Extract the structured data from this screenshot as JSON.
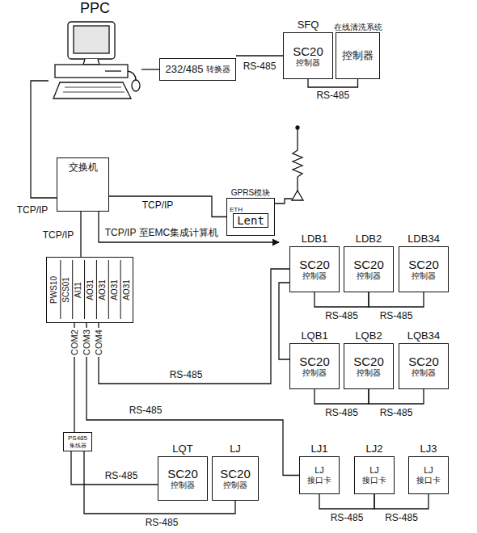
{
  "diagram": {
    "nodes": [
      {
        "text": [
          "PPC"
        ]
      },
      {
        "text": [
          "232/485",
          "转换器"
        ]
      },
      {
        "text": [
          "SFQ",
          "SC20",
          "控制器"
        ]
      },
      {
        "text": [
          "在线清洗系统",
          "控制器"
        ]
      },
      {
        "text": [
          "交换机"
        ]
      },
      {
        "text": [
          "GPRS模块",
          "ETH",
          "Lent"
        ]
      },
      {
        "text": [
          "PWS10",
          "SCS01",
          "AI11",
          "AO31",
          "AO31",
          "AO31",
          "AO31"
        ]
      },
      {
        "text": [
          "LDB1",
          "SC20",
          "控制器"
        ]
      },
      {
        "text": [
          "LDB2",
          "SC20",
          "控制器"
        ]
      },
      {
        "text": [
          "LDB34",
          "SC20",
          "控制器"
        ]
      },
      {
        "text": [
          "LQB1",
          "SC20",
          "控制器"
        ]
      },
      {
        "text": [
          "LQB2",
          "SC20",
          "控制器"
        ]
      },
      {
        "text": [
          "LQB34",
          "SC20",
          "控制器"
        ]
      },
      {
        "text": [
          "PS485",
          "集线器"
        ]
      },
      {
        "text": [
          "LQT",
          "SC20",
          "控制器"
        ]
      },
      {
        "text": [
          "LJ",
          "SC20",
          "控制器"
        ]
      },
      {
        "text": [
          "LJ1",
          "LJ",
          "接口卡"
        ]
      },
      {
        "text": [
          "LJ2",
          "LJ",
          "接口卡"
        ]
      },
      {
        "text": [
          "LJ3",
          "LJ",
          "接口卡"
        ]
      }
    ],
    "edges": [
      {
        "from": 0,
        "to": 1,
        "arrow": "none"
      },
      {
        "from": 1,
        "to": 2,
        "arrow": "none",
        "label": "RS-485"
      },
      {
        "from": 2,
        "to": 3,
        "arrow": "none",
        "label": "RS-485"
      },
      {
        "from": 0,
        "to": 4,
        "arrow": "none",
        "label": "TCP/IP"
      },
      {
        "from": 4,
        "to": 5,
        "arrow": "none",
        "label": "TCP/IP"
      },
      {
        "from": 4,
        "to": 6,
        "arrow": "none",
        "label": "TCP/IP"
      },
      {
        "from": 6,
        "to": 7,
        "arrow": "none",
        "label": "RS-485"
      },
      {
        "from": 7,
        "to": 10,
        "arrow": "none"
      },
      {
        "from": 7,
        "to": 8,
        "arrow": "none",
        "label": "RS-485"
      },
      {
        "from": 8,
        "to": 9,
        "arrow": "none",
        "label": "RS-485"
      },
      {
        "from": 10,
        "to": 11,
        "arrow": "none",
        "label": "RS-485"
      },
      {
        "from": 11,
        "to": 12,
        "arrow": "none",
        "label": "RS-485"
      },
      {
        "from": 6,
        "to": 16,
        "arrow": "none",
        "label": "RS-485"
      },
      {
        "from": 6,
        "to": 13,
        "arrow": "none"
      },
      {
        "from": 13,
        "to": 14,
        "arrow": "none",
        "label": "RS-485"
      },
      {
        "from": 13,
        "to": 15,
        "arrow": "none",
        "label": "RS-485"
      },
      {
        "from": 16,
        "to": 17,
        "arrow": "none",
        "label": "RS-485"
      },
      {
        "from": 17,
        "to": 18,
        "arrow": "none",
        "label": "RS-485"
      }
    ],
    "labels": [
      "TCP/IP 至EMC集成计算机",
      "COM2",
      "COM3",
      "COM4"
    ]
  }
}
